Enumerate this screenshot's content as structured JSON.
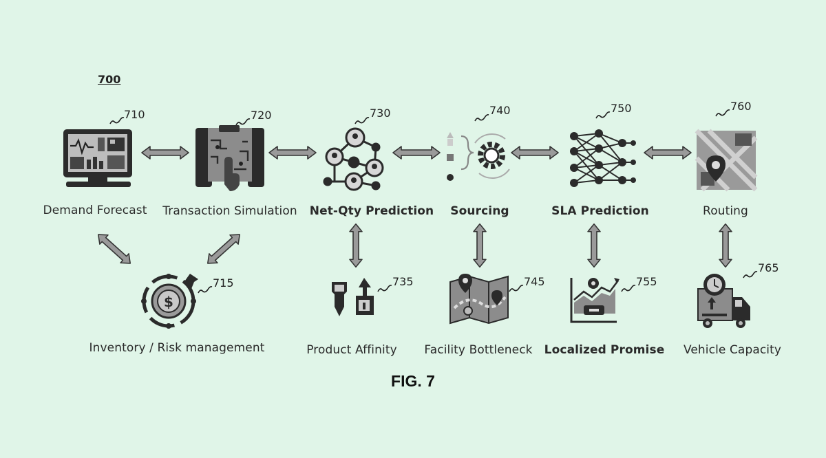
{
  "diagram_number": "700",
  "figure_caption": "FIG. 7",
  "nodes": [
    {
      "ref": "710",
      "label": "Demand Forecast",
      "icon": "monitor-dashboard-icon"
    },
    {
      "ref": "720",
      "label": "Transaction Simulation",
      "icon": "touchscreen-hand-icon"
    },
    {
      "ref": "730",
      "label": "Net-Qty Prediction",
      "icon": "network-people-icon"
    },
    {
      "ref": "740",
      "label": "Sourcing",
      "icon": "gear-sourcing-icon"
    },
    {
      "ref": "750",
      "label": "SLA Prediction",
      "icon": "neural-network-icon"
    },
    {
      "ref": "760",
      "label": "Routing",
      "icon": "map-pin-icon"
    },
    {
      "ref": "715",
      "label": "Inventory / Risk management",
      "icon": "dollar-target-icon"
    },
    {
      "ref": "735",
      "label": "Product Affinity",
      "icon": "product-tags-icon"
    },
    {
      "ref": "745",
      "label": "Facility Bottleneck",
      "icon": "folded-map-icon"
    },
    {
      "ref": "755",
      "label": "Localized Promise",
      "icon": "growth-chart-icon"
    },
    {
      "ref": "765",
      "label": "Vehicle Capacity",
      "icon": "delivery-truck-icon"
    }
  ],
  "colors": {
    "background": "#e0f5e8",
    "icon": "#2b2b2b",
    "icon_mid": "#6b6b6b",
    "icon_light": "#a9a9a9",
    "arrow_fill": "#9a9a9a",
    "arrow_stroke": "#333333"
  }
}
